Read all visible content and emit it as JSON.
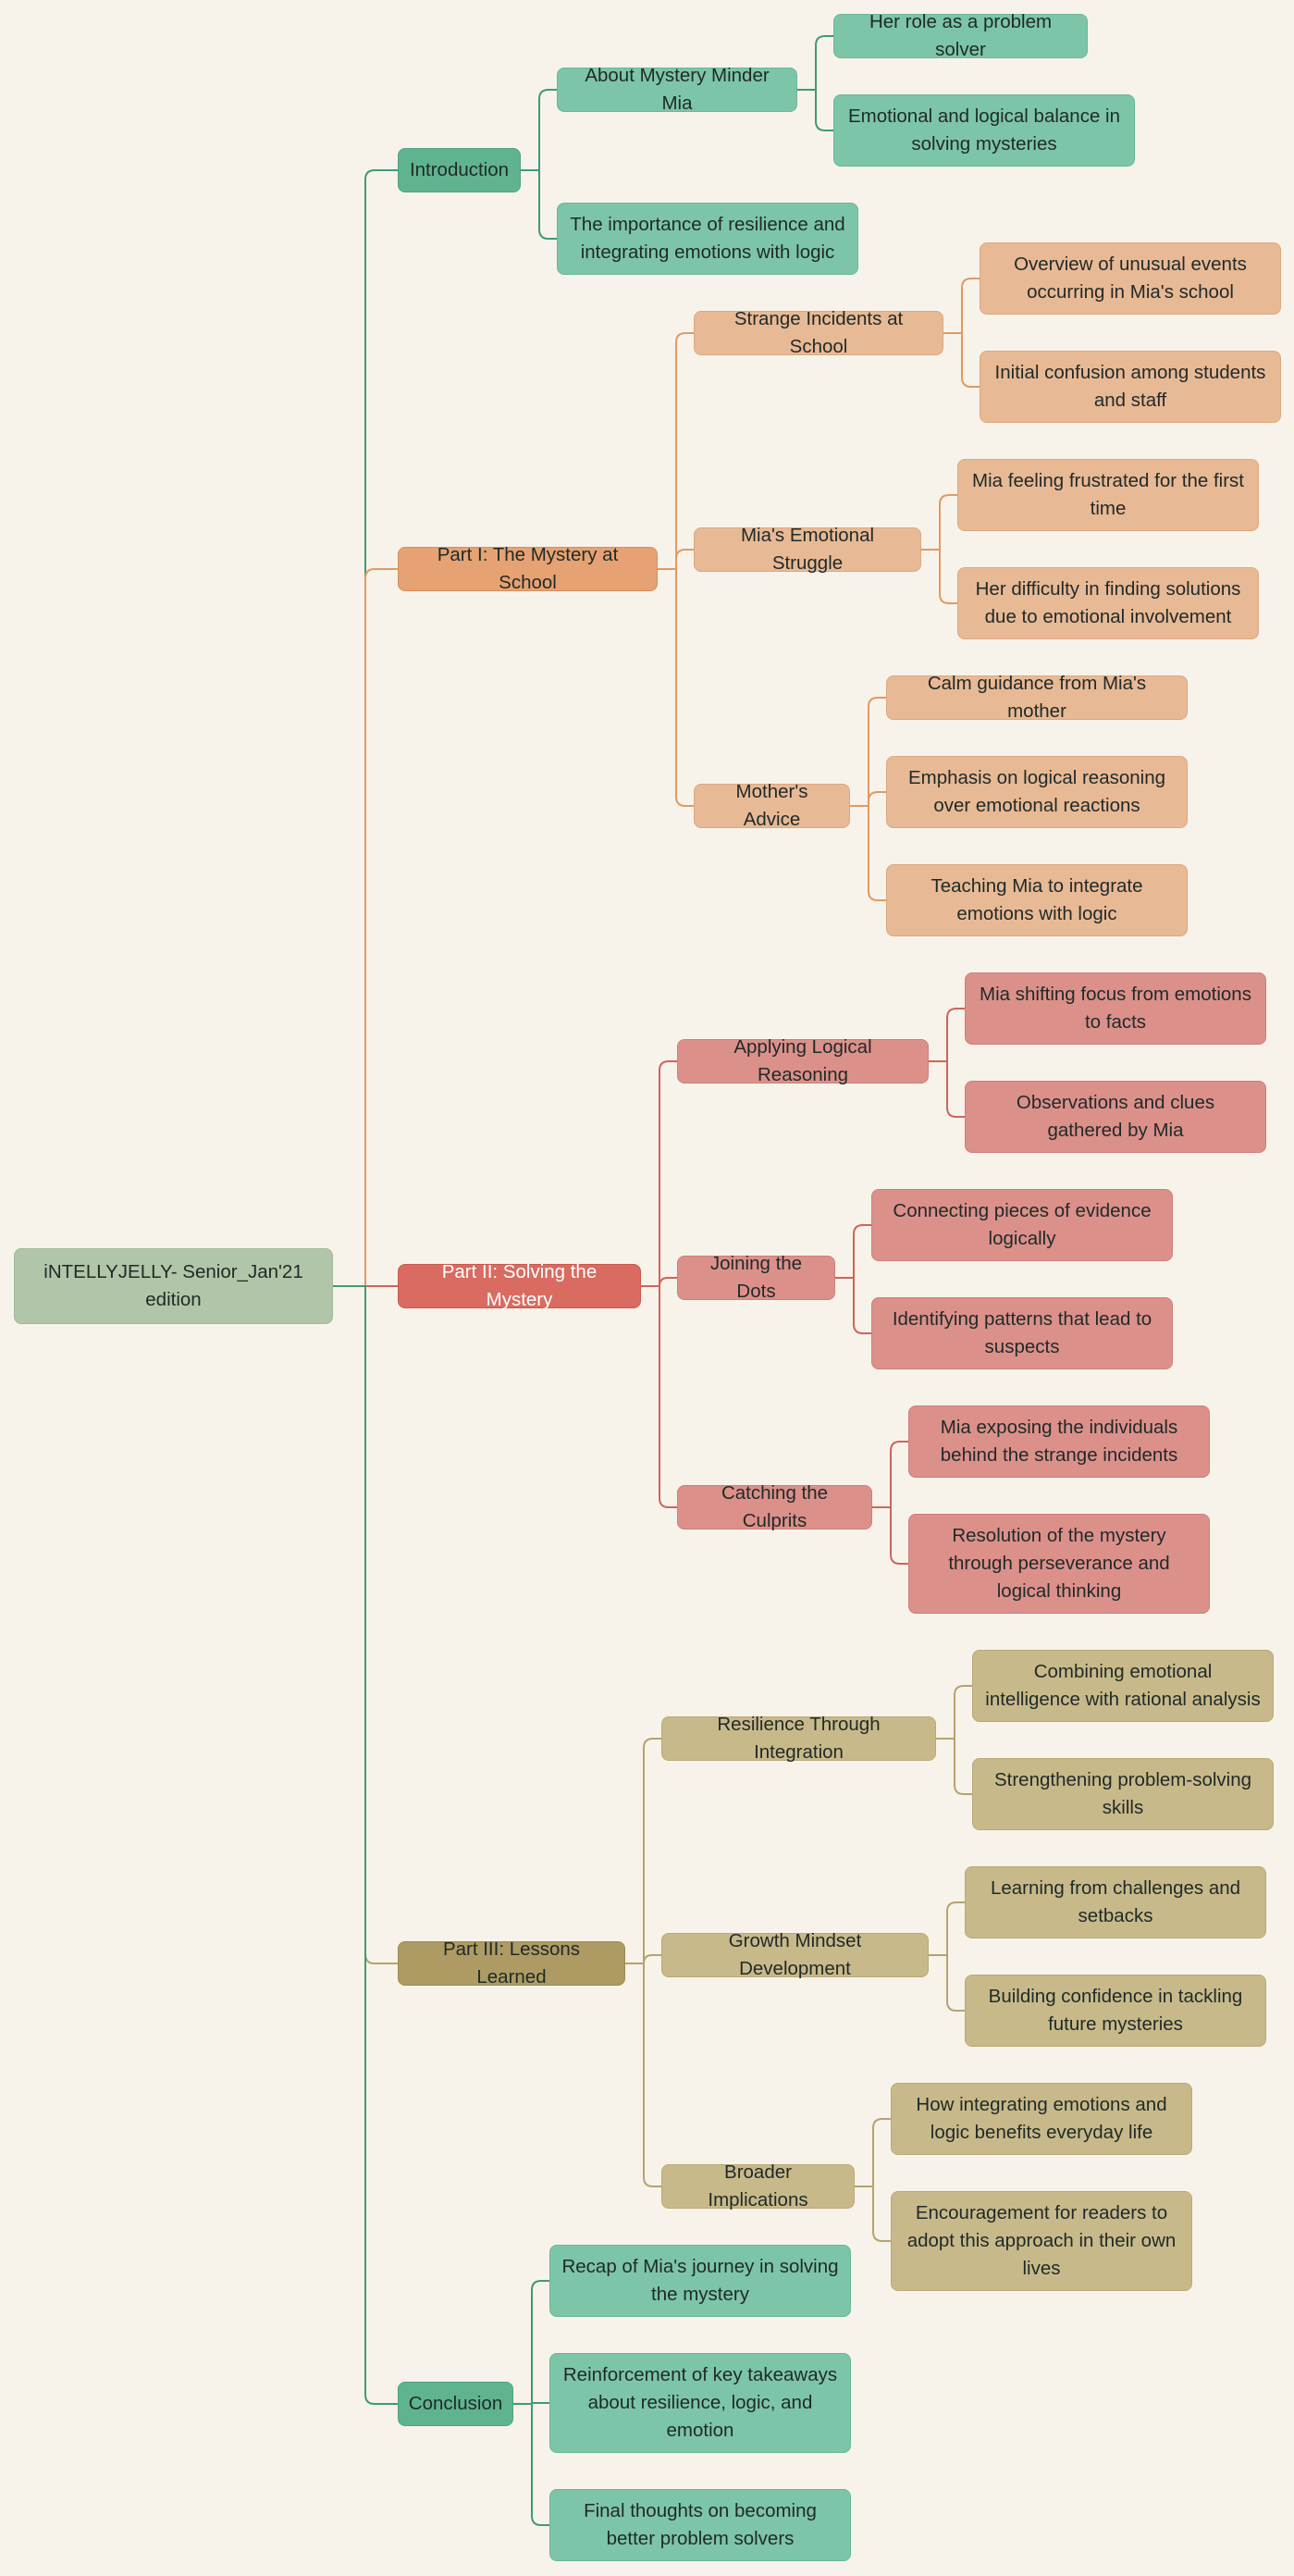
{
  "root": {
    "label": "iNTELLYJELLY- Senior_Jan'21 edition"
  },
  "colors": {
    "background": "#f8f3ea",
    "root": "#b1c6a8",
    "green_section": "#5fb48f",
    "green_child": "#7dc5a8",
    "green_line": "#3f9b74",
    "orange_section": "#e6a272",
    "orange_child": "#e8b995",
    "orange_line": "#e09a63",
    "red_section": "#d96b60",
    "red_child": "#dc908a",
    "red_line": "#d0645a",
    "tan_section": "#ae9b64",
    "tan_child": "#c8b98a",
    "tan_line": "#b5a36f"
  },
  "sections": [
    {
      "label": "Introduction",
      "group": "green",
      "children": [
        {
          "label": "About Mystery Minder Mia",
          "children": [
            {
              "label": "Her role as a problem solver"
            },
            {
              "label": "Emotional and logical balance in solving mysteries"
            }
          ]
        },
        {
          "label": "The importance of resilience and integrating emotions with logic"
        }
      ]
    },
    {
      "label": "Part I: The Mystery at School",
      "group": "orange",
      "children": [
        {
          "label": "Strange Incidents at School",
          "children": [
            {
              "label": "Overview of unusual events occurring in Mia's school"
            },
            {
              "label": "Initial confusion among students and staff"
            }
          ]
        },
        {
          "label": "Mia's Emotional Struggle",
          "children": [
            {
              "label": "Mia feeling frustrated for the first time"
            },
            {
              "label": "Her difficulty in finding solutions due to emotional involvement"
            }
          ]
        },
        {
          "label": "Mother's Advice",
          "children": [
            {
              "label": "Calm guidance from Mia's mother"
            },
            {
              "label": "Emphasis on logical reasoning over emotional reactions"
            },
            {
              "label": "Teaching Mia to integrate emotions with logic"
            }
          ]
        }
      ]
    },
    {
      "label": "Part II: Solving the Mystery",
      "group": "red",
      "children": [
        {
          "label": "Applying Logical Reasoning",
          "children": [
            {
              "label": "Mia shifting focus from emotions to facts"
            },
            {
              "label": "Observations and clues gathered by Mia"
            }
          ]
        },
        {
          "label": "Joining the Dots",
          "children": [
            {
              "label": "Connecting pieces of evidence logically"
            },
            {
              "label": "Identifying patterns that lead to suspects"
            }
          ]
        },
        {
          "label": "Catching the Culprits",
          "children": [
            {
              "label": "Mia exposing the individuals behind the strange incidents"
            },
            {
              "label": "Resolution of the mystery through perseverance and logical thinking"
            }
          ]
        }
      ]
    },
    {
      "label": "Part III: Lessons Learned",
      "group": "tan",
      "children": [
        {
          "label": "Resilience Through Integration",
          "children": [
            {
              "label": "Combining emotional intelligence with rational analysis"
            },
            {
              "label": "Strengthening problem-solving skills"
            }
          ]
        },
        {
          "label": "Growth Mindset Development",
          "children": [
            {
              "label": "Learning from challenges and setbacks"
            },
            {
              "label": "Building confidence in tackling future mysteries"
            }
          ]
        },
        {
          "label": "Broader Implications",
          "children": [
            {
              "label": "How integrating emotions and logic benefits everyday life"
            },
            {
              "label": "Encouragement for readers to adopt this approach in their own lives"
            }
          ]
        }
      ]
    },
    {
      "label": "Conclusion",
      "group": "green",
      "children": [
        {
          "label": "Recap of Mia's journey in solving the mystery"
        },
        {
          "label": "Reinforcement of key takeaways about resilience, logic, and emotion"
        },
        {
          "label": "Final thoughts on becoming better problem solvers"
        }
      ]
    }
  ]
}
